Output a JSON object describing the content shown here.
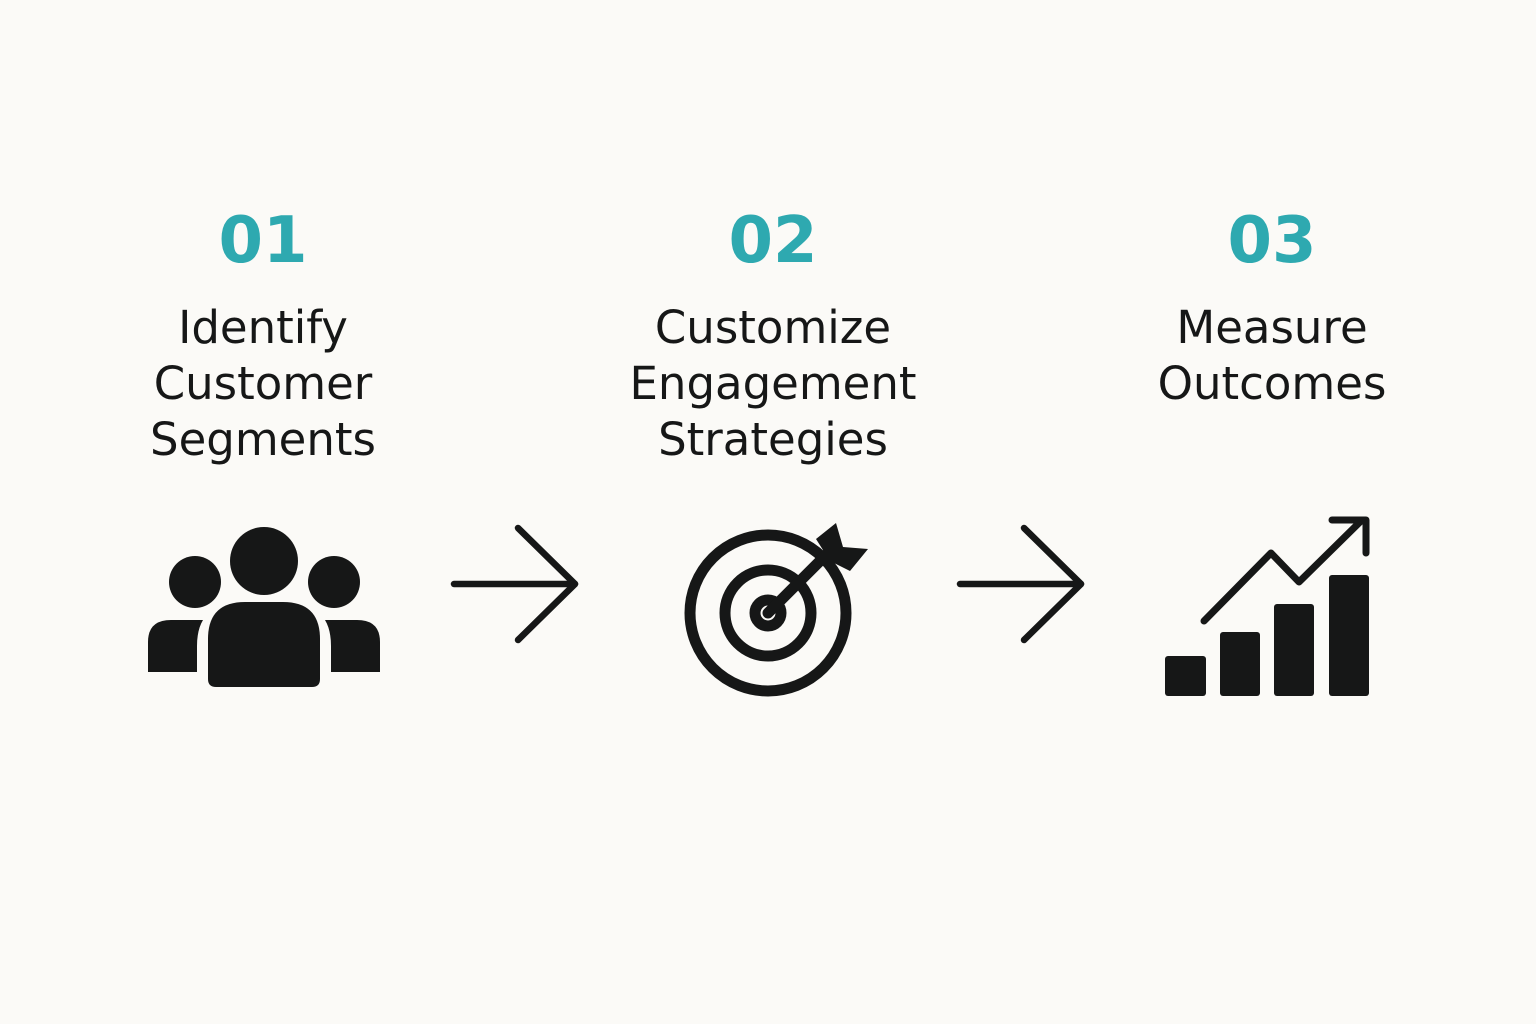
{
  "colors": {
    "background": "#fbfaf7",
    "accent": "#2ea9b0",
    "text": "#161717",
    "icon": "#161717"
  },
  "steps": [
    {
      "number": "01",
      "title_lines": [
        "Identify",
        "Customer",
        "Segments"
      ],
      "icon": "people-group-icon"
    },
    {
      "number": "02",
      "title_lines": [
        "Customize",
        "Engagement",
        "Strategies"
      ],
      "icon": "target-arrow-icon"
    },
    {
      "number": "03",
      "title_lines": [
        "Measure",
        "Outcomes"
      ],
      "icon": "growth-chart-icon"
    }
  ],
  "connectors": [
    "right-arrow-icon",
    "right-arrow-icon"
  ]
}
